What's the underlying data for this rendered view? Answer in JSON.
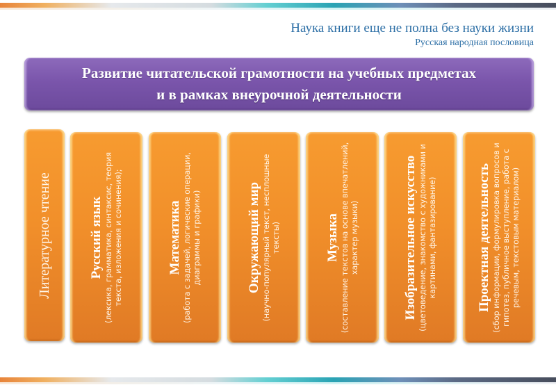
{
  "colors": {
    "epigraph_text": "#2d6fa6",
    "banner_purple": "#7a55ab",
    "card_orange": "#f18f2a",
    "card_text": "#ffffff"
  },
  "epigraph": {
    "quote": "Наука книги еще не полна без науки жизни",
    "source": "Русская народная пословица"
  },
  "banner": {
    "line1": "Развитие читательской грамотности на учебных предметах",
    "line2": "и в рамках внеурочной деятельности"
  },
  "subjects": [
    {
      "title": "Литературное чтение",
      "description": ""
    },
    {
      "title": "Русский язык",
      "description": "(лексика, грамматика, синтаксис, теория текста, изложения и сочинения);"
    },
    {
      "title": "Математика",
      "description": "(работа с задачей, логические операции, диаграммы и графики)"
    },
    {
      "title": "Окружающий мир",
      "description": "(научно-популярный текст, несплошные тексты)"
    },
    {
      "title": "Музыка",
      "description": "(составление текстов на основе впечатлений, характер музыки)"
    },
    {
      "title": "Изобразительное искусство",
      "description": "(цветоведение, знакомство с художниками и картинами, фантазирование)"
    },
    {
      "title": "Проектная деятельность",
      "description": "(сбор информации, формулировка вопросов и гипотез, публичное выступление, работа с речевым, текстовым материалом)"
    }
  ]
}
